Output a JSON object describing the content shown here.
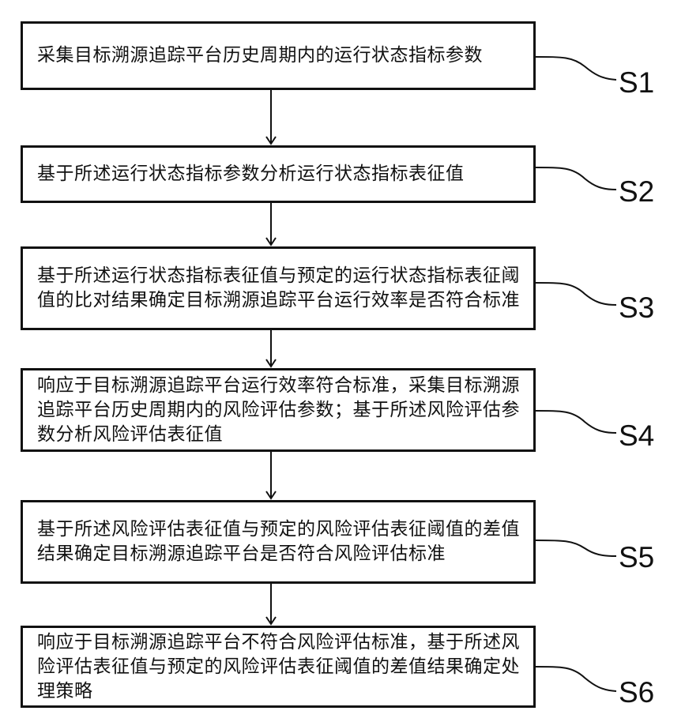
{
  "steps": [
    {
      "id": "S1",
      "text": "采集目标溯源追踪平台历史周期内的运行状态指标参数"
    },
    {
      "id": "S2",
      "text": "基于所述运行状态指标参数分析运行状态指标表征值"
    },
    {
      "id": "S3",
      "text": "基于所述运行状态指标表征值与预定的运行状态指标表征阈值的比对结果确定目标溯源追踪平台运行效率是否符合标准"
    },
    {
      "id": "S4",
      "text": "响应于目标溯源追踪平台运行效率符合标准，采集目标溯源追踪平台历史周期内的风险评估参数；基于所述风险评估参数分析风险评估表征值"
    },
    {
      "id": "S5",
      "text": "基于所述风险评估表征值与预定的风险评估表征阈值的差值结果确定目标溯源追踪平台是否符合风险评估标准"
    },
    {
      "id": "S6",
      "text": "响应于目标溯源追踪平台不符合风险评估标准，基于所述风险评估表征值与预定的风险评估表征阈值的差值结果确定处理策略"
    }
  ],
  "colors": {
    "line": "#111111",
    "background": "#ffffff"
  }
}
